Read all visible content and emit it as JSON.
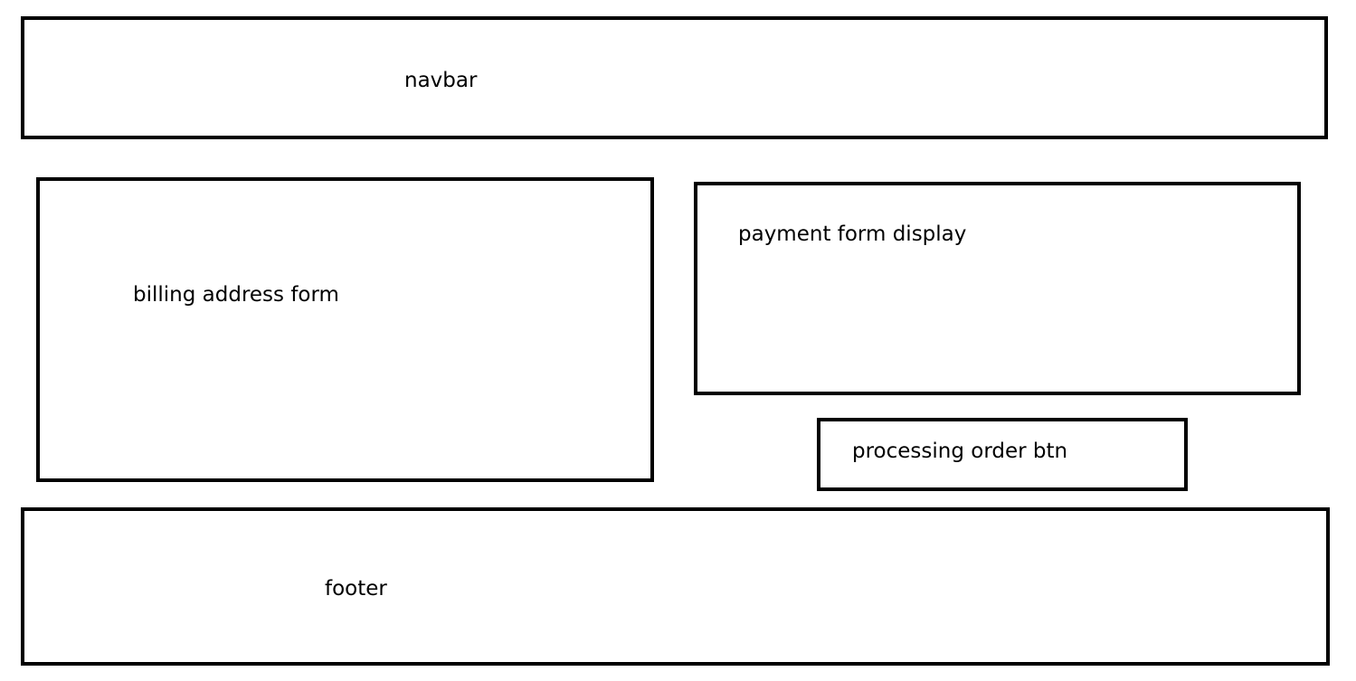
{
  "navbar": {
    "label": "navbar"
  },
  "billing": {
    "label": "billing address form"
  },
  "payment": {
    "label": "payment form display"
  },
  "process": {
    "label": "processing order btn"
  },
  "footer": {
    "label": "footer"
  }
}
